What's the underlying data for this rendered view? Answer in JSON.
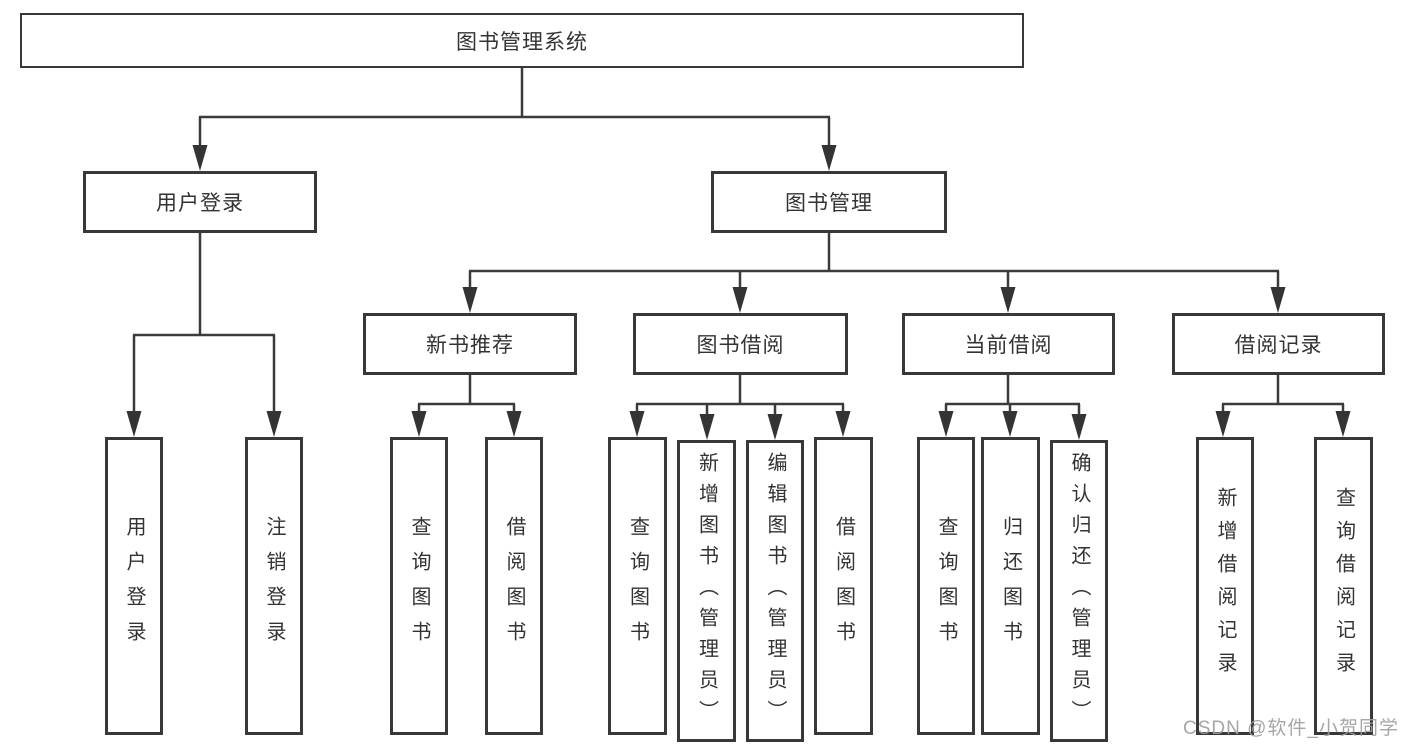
{
  "colors": {
    "line": "#3b3b3b",
    "box_border": "#383838",
    "text": "#333333",
    "watermark": "#9e9e9e"
  },
  "watermark": "CSDN @软件_小贺同学",
  "tree": {
    "root": "图书管理系统",
    "children": [
      {
        "label": "用户登录",
        "children": [
          "用户登录",
          "注销登录"
        ]
      },
      {
        "label": "图书管理",
        "children": [
          {
            "label": "新书推荐",
            "children": [
              "查询图书",
              "借阅图书"
            ]
          },
          {
            "label": "图书借阅",
            "children": [
              "查询图书",
              "新增图书（管理员）",
              "编辑图书（管理员）",
              "借阅图书"
            ]
          },
          {
            "label": "当前借阅",
            "children": [
              "查询图书",
              "归还图书",
              "确认归还（管理员）"
            ]
          },
          {
            "label": "借阅记录",
            "children": [
              "新增借阅记录",
              "查询借阅记录"
            ]
          }
        ]
      }
    ]
  }
}
